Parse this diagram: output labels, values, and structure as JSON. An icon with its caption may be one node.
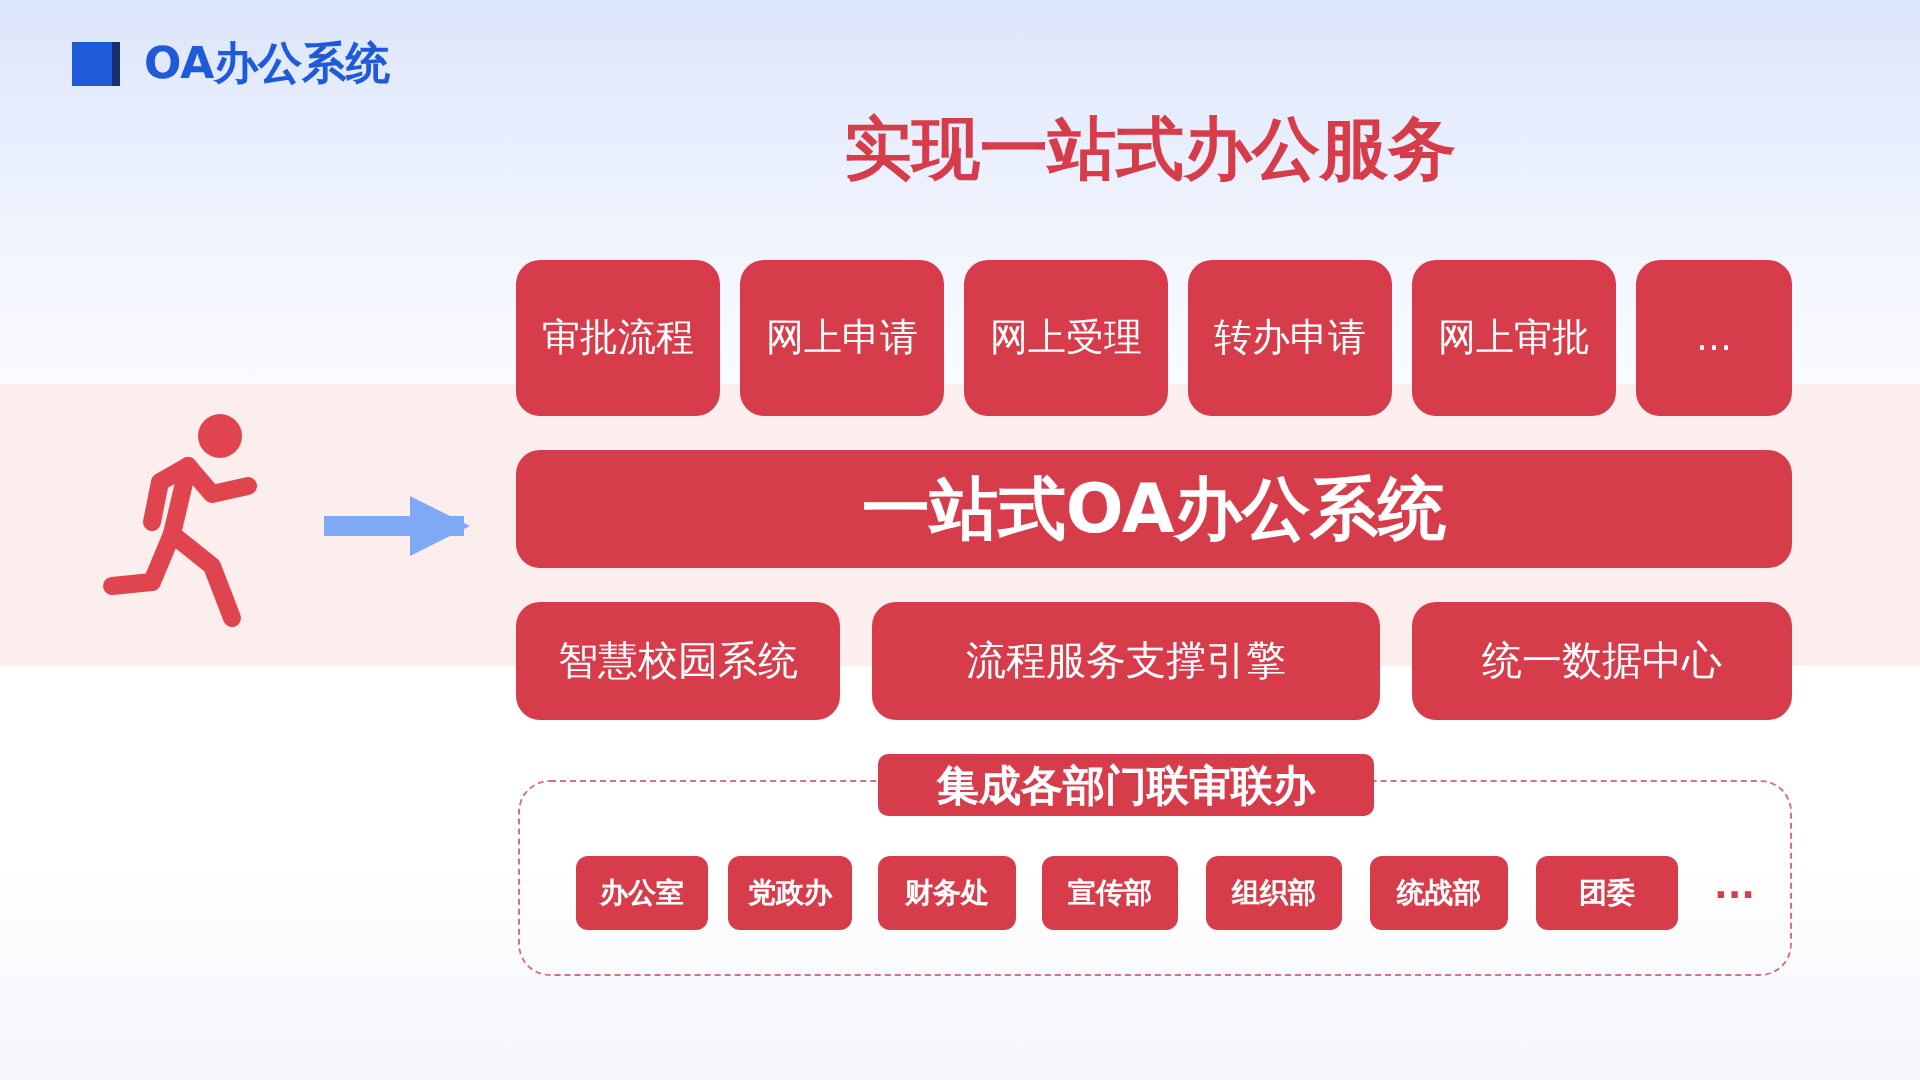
{
  "diagram": {
    "title": "实现一站式办公服务",
    "nodes": [
      {
        "text": [],
        "shape": "person"
      },
      {
        "text": [
          "审批流程"
        ]
      },
      {
        "text": [
          "网上申请"
        ]
      },
      {
        "text": [
          "网上受理"
        ]
      },
      {
        "text": [
          "转办申请"
        ]
      },
      {
        "text": [
          "网上审批"
        ]
      },
      {
        "text": [
          "..."
        ]
      },
      {
        "text": [
          "一站式OA办公系统"
        ]
      },
      {
        "text": [
          "智慧校园系统"
        ]
      },
      {
        "text": [
          "流程服务支撑引擎"
        ]
      },
      {
        "text": [
          "统一数据中心"
        ]
      },
      {
        "text": [
          "集成各部门联审联办"
        ]
      },
      {
        "text": [
          "办公室"
        ],
        "in": 11
      },
      {
        "text": [
          "党政办"
        ],
        "in": 11
      },
      {
        "text": [
          "财务处"
        ],
        "in": 11
      },
      {
        "text": [
          "宣传部"
        ],
        "in": 11
      },
      {
        "text": [
          "组织部"
        ],
        "in": 11
      },
      {
        "text": [
          "统战部"
        ],
        "in": 11
      },
      {
        "text": [
          "团委"
        ],
        "in": 11
      }
    ],
    "edges": [
      {
        "from": 0,
        "to": 7,
        "arrow": "to",
        "color": "#7fa8f5"
      }
    ],
    "labels": [
      "OA办公系统",
      "..."
    ]
  }
}
